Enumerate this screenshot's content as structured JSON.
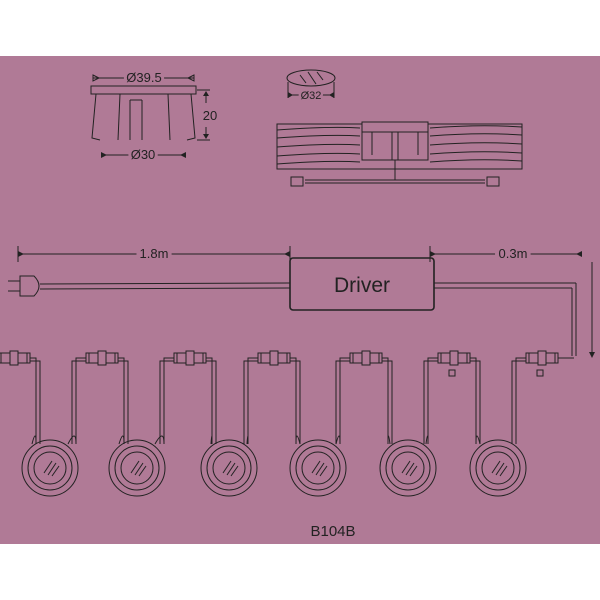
{
  "colors": {
    "background": "#b07a96",
    "line": "#222222",
    "page": "#ffffff"
  },
  "dimensions": {
    "outer_diameter": "Ø39.5",
    "height": "20",
    "inner_diameter": "Ø30",
    "cutout_diameter": "Ø32"
  },
  "cables": {
    "input_length": "1.8m",
    "output_length": "0.3m"
  },
  "driver_label": "Driver",
  "model": "B104B",
  "light_count": 6
}
